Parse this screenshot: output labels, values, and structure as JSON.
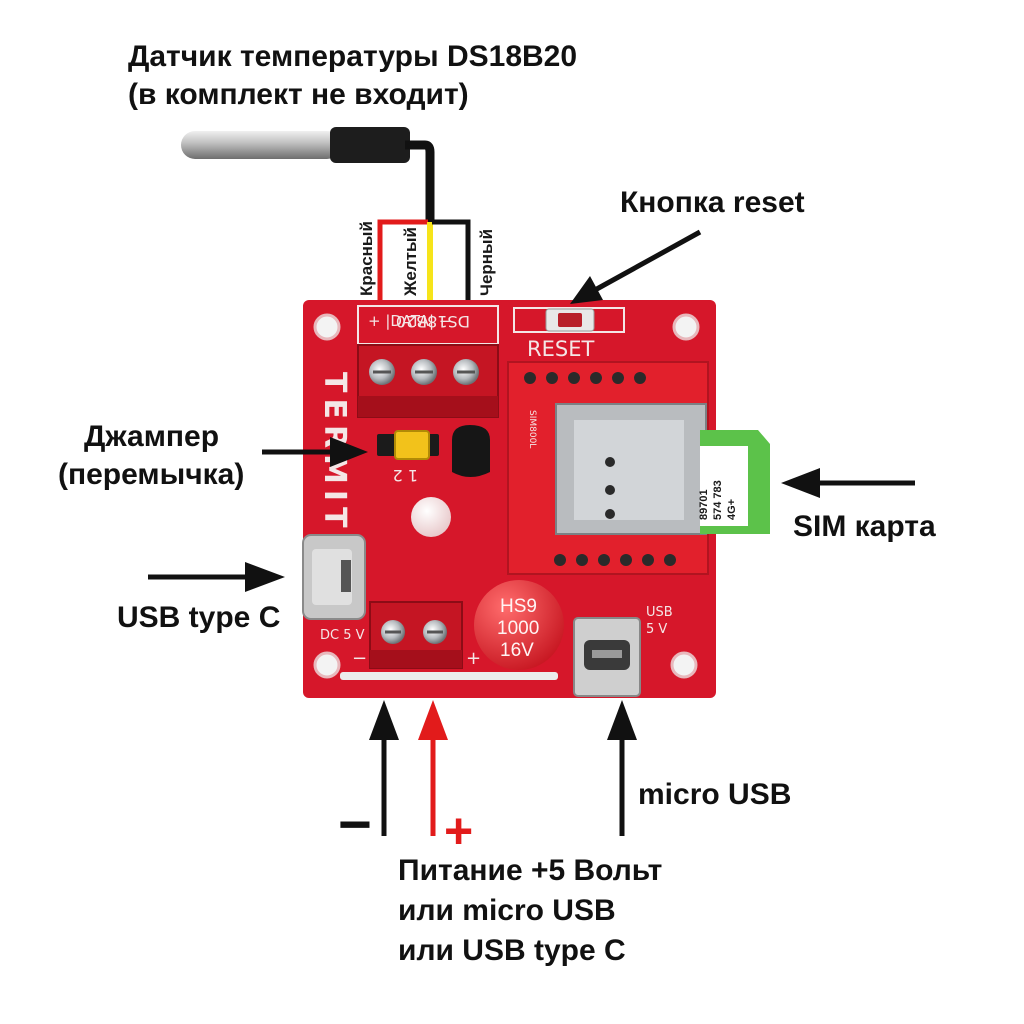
{
  "labels": {
    "sensor_title_line1": "Датчик температуры DS18B20",
    "sensor_title_line2": "(в комплект не входит)",
    "reset_button": "Кнопка reset",
    "jumper_line1": "Джампер",
    "jumper_line2": "(перемычка)",
    "sim_card": "SIM карта",
    "usb_type_c": "USB type C",
    "micro_usb": "micro USB",
    "minus_sign": "−",
    "plus_sign": "+",
    "power_line1": "Питание +5 Вольт",
    "power_line2": "или micro USB",
    "power_line3": "или USB type C"
  },
  "wire_labels": {
    "red": "Красный",
    "yellow": "Желтый",
    "black": "Черный"
  },
  "board_silk": {
    "brand": "TERMIT",
    "ds18b20": "DS18B20",
    "pins": "+ |DATA| −",
    "reset": "RESET",
    "jumper_pins": "1 2",
    "dc5v": "DC 5 V",
    "usb5v_line1": "USB",
    "usb5v_line2": "5 V",
    "terminal_minus": "−",
    "terminal_plus": "+",
    "sim_module": "SIM800L"
  },
  "capacitor": {
    "line1": "HS9",
    "line2": "1000",
    "line3": "16V"
  },
  "sim_card_print": {
    "line1": "4G+",
    "line2": "574 783",
    "line3": "89701"
  },
  "colors": {
    "board": "#d6172a",
    "wire_red": "#e21b1b",
    "wire_yellow": "#f6e41a",
    "wire_black": "#111111",
    "sim_green": "#5cc24a"
  }
}
